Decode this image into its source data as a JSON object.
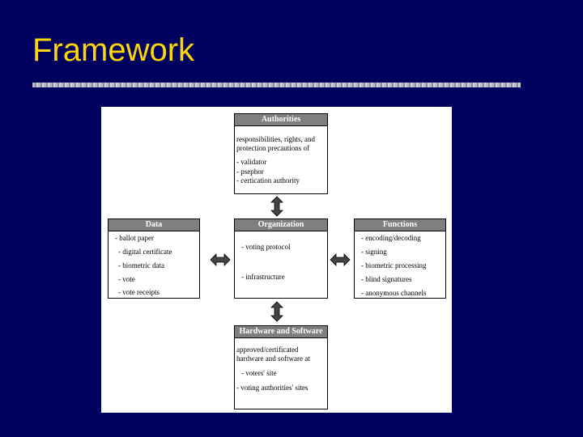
{
  "title": "Framework",
  "diagram": {
    "authorities": {
      "header": "Authorities",
      "lines": [
        "responsibilities, rights, and",
        "protection precautions of",
        "- validator",
        "- psephor",
        "- certication authority"
      ]
    },
    "data": {
      "header": "Data",
      "lines": [
        "- ballot paper",
        "- digital certificate",
        "- biometric data",
        "- vote",
        "- vote receipts"
      ]
    },
    "organization": {
      "header": "Organization",
      "lines": [
        "- voting protocol",
        "- infrastructure"
      ]
    },
    "functions": {
      "header": "Functions",
      "lines": [
        "- encoding/decoding",
        "- signing",
        "- biometric processing",
        "- blind signatures",
        "- anonymous channels"
      ]
    },
    "hardware": {
      "header": "Hardware and Software",
      "lines": [
        "approved/certificated",
        "hardware and software at",
        "- voters' site",
        "- voting authorities' sites"
      ]
    }
  },
  "colors": {
    "background": "#00005e",
    "title": "#ffd700",
    "header_fill": "#7f7f7f"
  }
}
